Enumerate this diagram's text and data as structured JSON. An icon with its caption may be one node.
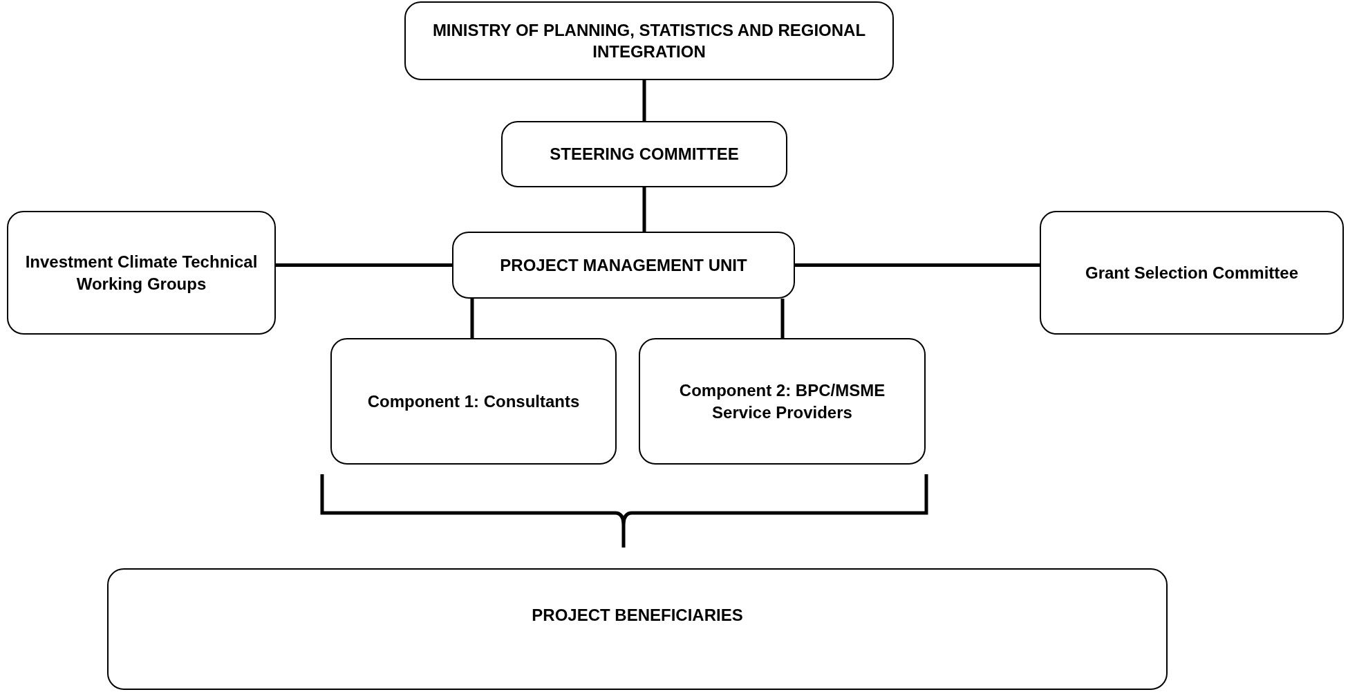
{
  "diagram": {
    "nodes": [
      {
        "text": [
          "MINISTRY OF PLANNING, STATISTICS AND REGIONAL INTEGRATION"
        ]
      },
      {
        "text": [
          "STEERING COMMITTEE"
        ]
      },
      {
        "text": [
          "Investment Climate Technical Working Groups"
        ]
      },
      {
        "text": [
          "PROJECT MANAGEMENT UNIT"
        ]
      },
      {
        "text": [
          "Grant Selection Committee"
        ]
      },
      {
        "text": [
          "Component 1: Consultants"
        ]
      },
      {
        "text": [
          "Component 2: BPC/MSME Service Providers"
        ]
      },
      {
        "text": [
          "PROJECT BENEFICIARIES"
        ]
      }
    ],
    "edges": [
      {
        "from": 0,
        "to": 1,
        "arrow": "none"
      },
      {
        "from": 1,
        "to": 3,
        "arrow": "none"
      },
      {
        "from": 2,
        "to": 3,
        "arrow": "none"
      },
      {
        "from": 3,
        "to": 4,
        "arrow": "none"
      },
      {
        "from": 3,
        "to": 5,
        "arrow": "none"
      },
      {
        "from": 3,
        "to": 6,
        "arrow": "none"
      }
    ]
  }
}
